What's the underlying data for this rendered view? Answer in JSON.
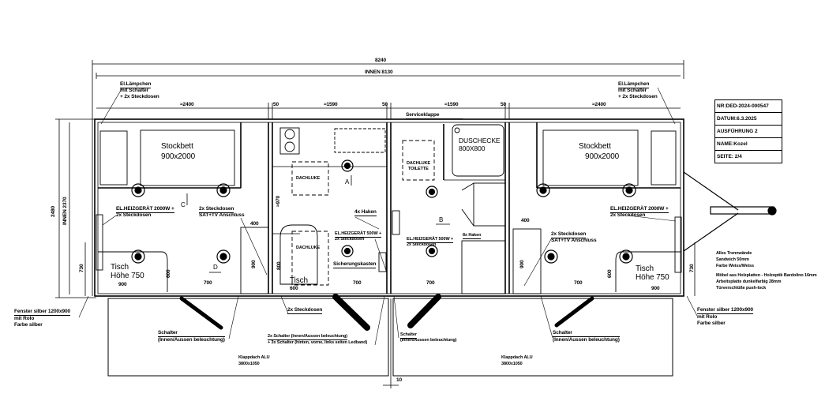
{
  "dimensions": {
    "overall_length": "8240",
    "inner_length": "INNEN 8130",
    "segments": [
      "≈2400",
      "50",
      "≈1590",
      "50",
      "≈1590",
      "50",
      "≈2400"
    ],
    "overall_height": "2480",
    "inner_height": "INNEN 2370",
    "left_window": "730",
    "left_table_depth": "600",
    "left_table_width": "900",
    "left_door": "700",
    "left_closet_width": "400",
    "left_closet_depth": "900",
    "kitchen_depth": "≈970",
    "kitchen_table_depth": "800",
    "kitchen_table_width": "600",
    "kitchen_door": "700",
    "bath_door": "700",
    "right_closet_width": "400",
    "right_closet_depth": "900",
    "right_door": "700",
    "right_table_depth": "600",
    "right_table_width": "900",
    "right_window": "730",
    "gap": "10"
  },
  "title_block": {
    "nr": "NR:DED-2024-000547",
    "datum": "DATUM:6.3.2025",
    "ausfuehrung": "AUSFÜHRUNG  2",
    "name": "NAME:Kozel",
    "seite": "SEITE:    2/4"
  },
  "labels": {
    "lamp": [
      "El.Lämpchen",
      "mit Schalter",
      "+ 2x Steckdosen"
    ],
    "bed_title": "Stockbett",
    "bed_size": "900x2000",
    "heater_2000": [
      "EL.HEIZGERÄT 2000W +",
      "2x Steckdosen"
    ],
    "sat_tv": [
      "2x Steckdosen",
      "SAT+TV Anschluss"
    ],
    "table": [
      "Tisch",
      "Höhe 750"
    ],
    "kitchen_table": "Tisch",
    "roof_hatch": "DACHLUKE",
    "toilet": [
      "DACHLUKE",
      "TOILETTE"
    ],
    "shower": [
      "DUSCHECKE",
      "800X800"
    ],
    "hooks_4": "4x Haken",
    "hooks_8": "8x Haken",
    "heater_500": [
      "EL.HEIZGERÄT 500W +",
      "2x Steckdosen"
    ],
    "fuse_box": "Sicherungskasten",
    "service_hatch": "Serviceklappe",
    "section_a": "A",
    "section_b": "B",
    "section_c": "C",
    "section_d": "D",
    "window": [
      "Fenster silber 1200x900",
      "mit Rolo",
      "Farbe silber"
    ],
    "sockets_2x": "2x Steckdosen",
    "switch": [
      "Schalter",
      "(Innen/Aussen beleuchtung)"
    ],
    "switch_multi": [
      "2x Schalter (Innen/Aussen beleuchtung)",
      "+ 3x Schalter (hinten, vorne, links seiten Ledband)"
    ],
    "awning": [
      "Klappdach ALU",
      "3800x1050"
    ],
    "notes": [
      "Alles Trennwände",
      "Sandwich 50mm",
      "Farbe Weiss/Weiss",
      "Möbel aus Holzplatten - Holzoptik Bardolino 16mm",
      "Arbeitsplatte dunkelfarbig 28mm",
      "Türverschlüße push-lock"
    ]
  }
}
